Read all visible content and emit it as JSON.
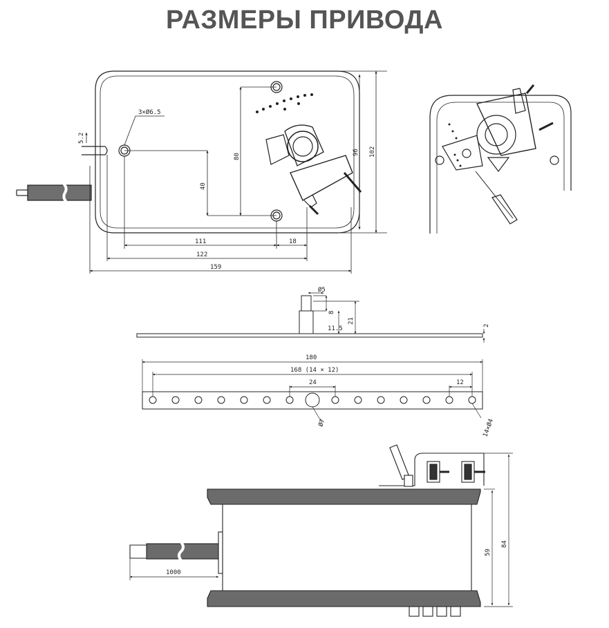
{
  "title": "РАЗМЕРЫ ПРИВОДА",
  "top_view": {
    "hole_label": "3×Ø6.5",
    "dim_5_2": "5.2",
    "dim_80": "80",
    "dim_40": "40",
    "dim_96": "96",
    "dim_102": "102",
    "dim_111": "111",
    "dim_18": "18",
    "dim_122": "122",
    "dim_159": "159"
  },
  "bracket_side": {
    "dim_d5": "Ø5",
    "dim_8": "8",
    "dim_11_5": "11.5",
    "dim_21": "21",
    "dim_2": "2"
  },
  "bracket_plan": {
    "dim_180": "180",
    "dim_168": "168 (14 × 12)",
    "dim_24": "24",
    "dim_12": "12",
    "dim_d7": "Ø7",
    "dim_14xd4": "14×Ø4"
  },
  "side_view": {
    "dim_1000": "1000",
    "dim_59": "59",
    "dim_84": "84"
  }
}
